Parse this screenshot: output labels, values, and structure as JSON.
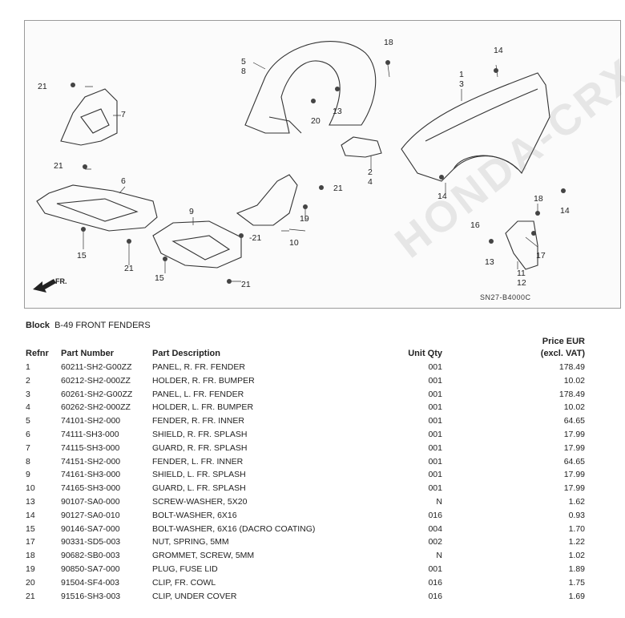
{
  "diagram": {
    "code": "SN27-B4000C",
    "direction_label": "FR.",
    "callouts": [
      {
        "label": "18"
      },
      {
        "label": "14"
      },
      {
        "label": "5"
      },
      {
        "label": "8"
      },
      {
        "label": "1"
      },
      {
        "label": "3"
      },
      {
        "label": "21"
      },
      {
        "label": "7"
      },
      {
        "label": "13"
      },
      {
        "label": "20"
      },
      {
        "label": "2"
      },
      {
        "label": "4"
      },
      {
        "label": "21"
      },
      {
        "label": "6"
      },
      {
        "label": "21"
      },
      {
        "label": "14"
      },
      {
        "label": "18"
      },
      {
        "label": "14"
      },
      {
        "label": "9"
      },
      {
        "label": "19"
      },
      {
        "label": "16"
      },
      {
        "label": "-21"
      },
      {
        "label": "10"
      },
      {
        "label": "15"
      },
      {
        "label": "21"
      },
      {
        "label": "13"
      },
      {
        "label": "17"
      },
      {
        "label": "11"
      },
      {
        "label": "12"
      },
      {
        "label": "15"
      },
      {
        "label": "21"
      }
    ]
  },
  "watermark": "HONDA-CRX",
  "block": {
    "label": "Block",
    "value": "B-49 FRONT FENDERS"
  },
  "table": {
    "headers": {
      "refnr": "Refnr",
      "part_number": "Part Number",
      "part_description": "Part Description",
      "unit_qty": "Unit Qty",
      "price_line1": "Price EUR",
      "price_line2": "(excl. VAT)"
    },
    "rows": [
      {
        "ref": "1",
        "part": "60211-SH2-G00ZZ",
        "desc": "PANEL, R. FR. FENDER",
        "qty": "001",
        "price": "178.49"
      },
      {
        "ref": "2",
        "part": "60212-SH2-000ZZ",
        "desc": "HOLDER, R. FR. BUMPER",
        "qty": "001",
        "price": "10.02"
      },
      {
        "ref": "3",
        "part": "60261-SH2-G00ZZ",
        "desc": "PANEL, L. FR. FENDER",
        "qty": "001",
        "price": "178.49"
      },
      {
        "ref": "4",
        "part": "60262-SH2-000ZZ",
        "desc": "HOLDER, L. FR. BUMPER",
        "qty": "001",
        "price": "10.02"
      },
      {
        "ref": "5",
        "part": "74101-SH2-000",
        "desc": "FENDER, R. FR. INNER",
        "qty": "001",
        "price": "64.65"
      },
      {
        "ref": "6",
        "part": "74111-SH3-000",
        "desc": "SHIELD, R. FR. SPLASH",
        "qty": "001",
        "price": "17.99"
      },
      {
        "ref": "7",
        "part": "74115-SH3-000",
        "desc": "GUARD, R. FR. SPLASH",
        "qty": "001",
        "price": "17.99"
      },
      {
        "ref": "8",
        "part": "74151-SH2-000",
        "desc": "FENDER, L. FR. INNER",
        "qty": "001",
        "price": "64.65"
      },
      {
        "ref": "9",
        "part": "74161-SH3-000",
        "desc": "SHIELD, L. FR. SPLASH",
        "qty": "001",
        "price": "17.99"
      },
      {
        "ref": "10",
        "part": "74165-SH3-000",
        "desc": "GUARD, L. FR. SPLASH",
        "qty": "001",
        "price": "17.99"
      },
      {
        "ref": "13",
        "part": "90107-SA0-000",
        "desc": "SCREW-WASHER, 5X20",
        "qty": "N",
        "price": "1.62"
      },
      {
        "ref": "14",
        "part": "90127-SA0-010",
        "desc": "BOLT-WASHER, 6X16",
        "qty": "016",
        "price": "0.93"
      },
      {
        "ref": "15",
        "part": "90146-SA7-000",
        "desc": "BOLT-WASHER, 6X16 (DACRO COATING)",
        "qty": "004",
        "price": "1.70"
      },
      {
        "ref": "17",
        "part": "90331-SD5-003",
        "desc": "NUT, SPRING, 5MM",
        "qty": "002",
        "price": "1.22"
      },
      {
        "ref": "18",
        "part": "90682-SB0-003",
        "desc": "GROMMET, SCREW, 5MM",
        "qty": "N",
        "price": "1.02"
      },
      {
        "ref": "19",
        "part": "90850-SA7-000",
        "desc": "PLUG, FUSE LID",
        "qty": "001",
        "price": "1.89"
      },
      {
        "ref": "20",
        "part": "91504-SF4-003",
        "desc": "CLIP, FR. COWL",
        "qty": "016",
        "price": "1.75"
      },
      {
        "ref": "21",
        "part": "91516-SH3-003",
        "desc": "CLIP, UNDER COVER",
        "qty": "016",
        "price": "1.69"
      }
    ]
  }
}
